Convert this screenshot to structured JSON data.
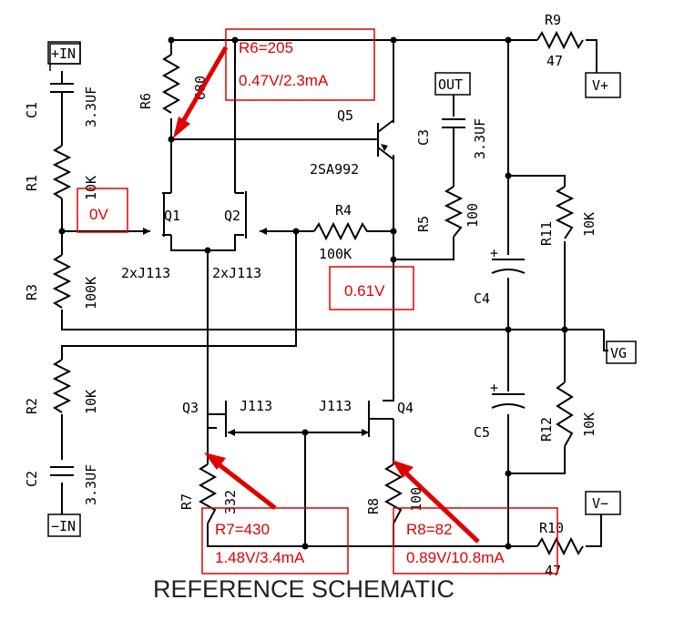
{
  "title": "REFERENCE SCHEMATIC",
  "ports": {
    "in_pos": "+IN",
    "in_neg": "−IN",
    "out": "OUT",
    "v_pos": "V+",
    "v_neg": "V−",
    "vg": "VG"
  },
  "components": {
    "c1": {
      "ref": "C1",
      "value": "3.3UF"
    },
    "c2": {
      "ref": "C2",
      "value": "3.3UF"
    },
    "c3": {
      "ref": "C3",
      "value": "3.3UF"
    },
    "c4": {
      "ref": "C4"
    },
    "c5": {
      "ref": "C5"
    },
    "r1": {
      "ref": "R1",
      "value": "10K"
    },
    "r2": {
      "ref": "R2",
      "value": "10K"
    },
    "r3": {
      "ref": "R3",
      "value": "100K"
    },
    "r4": {
      "ref": "R4",
      "value": "100K"
    },
    "r5": {
      "ref": "R5",
      "value": "100"
    },
    "r6": {
      "ref": "R6",
      "value": "680"
    },
    "r7": {
      "ref": "R7",
      "value": "332"
    },
    "r8": {
      "ref": "R8",
      "value": "100"
    },
    "r9": {
      "ref": "R9",
      "value": "47"
    },
    "r10": {
      "ref": "R10",
      "value": "47"
    },
    "r11": {
      "ref": "R11",
      "value": "10K"
    },
    "r12": {
      "ref": "R12",
      "value": "10K"
    },
    "q1": {
      "ref": "Q1",
      "part": "2xJ113"
    },
    "q2": {
      "ref": "Q2",
      "part": "2xJ113"
    },
    "q3": {
      "ref": "Q3",
      "part": "J113"
    },
    "q4": {
      "ref": "Q4",
      "part": "J113"
    },
    "q5": {
      "ref": "Q5",
      "part": "2SA992"
    }
  },
  "annotations": {
    "r6_value": "R6=205",
    "r6_meas": "0.47V/2.3mA",
    "in_voltage": "0V",
    "out_voltage": "0.61V",
    "r7_value": "R7=430",
    "r7_meas": "1.48V/3.4mA",
    "r8_value": "R8=82",
    "r8_meas": "0.89V/10.8mA"
  },
  "colors": {
    "annotation": "#e00000",
    "wire": "#000000"
  }
}
